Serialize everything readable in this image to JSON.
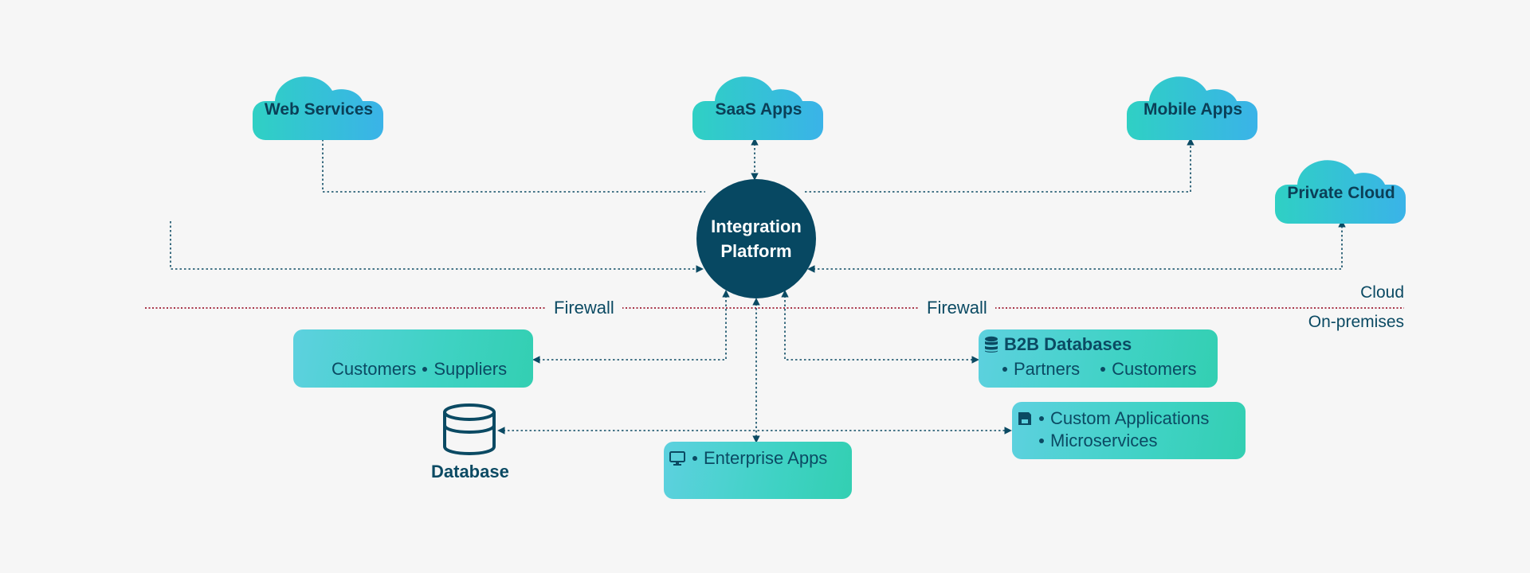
{
  "hub": {
    "line1": "Integration",
    "line2": "Platform"
  },
  "clouds": {
    "web_services": "Web Services",
    "saas_apps": "SaaS Apps",
    "mobile_apps": "Mobile Apps",
    "private_cloud": "Private Cloud"
  },
  "firewall": {
    "left": "Firewall",
    "right": "Firewall"
  },
  "zones": {
    "cloud": "Cloud",
    "on_prem": "On-premises"
  },
  "boxes": {
    "customers_suppliers": {
      "item1": "Customers",
      "item2": "Suppliers"
    },
    "b2b": {
      "title": "B2B Databases",
      "item1": "Partners",
      "item2": "Customers"
    },
    "enterprise": {
      "item1": "Enterprise Apps"
    },
    "custom": {
      "item1": "Custom Applications",
      "item2": "Microservices"
    }
  },
  "database": {
    "caption": "Database"
  },
  "colors": {
    "hub": "#074862",
    "text": "#0b4a63",
    "firewall_line": "#9e1b32",
    "cloud_gradient_start": "#2fd0c4",
    "cloud_gradient_end": "#3ab3e8",
    "box_gradient_start": "#5dd1df",
    "box_gradient_end": "#33cfb2"
  },
  "icons": {
    "b2b": "database-stack-icon",
    "enterprise": "monitor-icon",
    "custom": "floppy-disk-icon",
    "database": "cylinder-database-icon"
  }
}
